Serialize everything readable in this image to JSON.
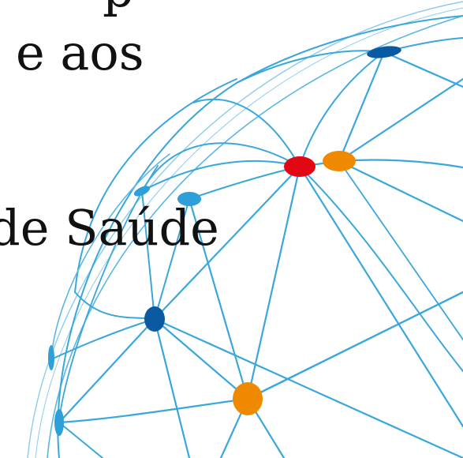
{
  "text": {
    "line_top": "p",
    "line_2": "e aos",
    "line_3": "de Saúde"
  },
  "colors": {
    "background": "#ffffff",
    "text": "#111111",
    "network_line": "#3aa7dc",
    "network_line_light": "#8dcbeb",
    "node_dark_blue": "#0a5aa3",
    "node_light_blue": "#2d9fd9",
    "node_orange": "#ef8a00",
    "node_red": "#e30613"
  },
  "graphic": {
    "name": "network-globe-illustration",
    "nodes": [
      {
        "name": "node-dark-blue-top",
        "color": "dark_blue"
      },
      {
        "name": "node-red",
        "color": "red"
      },
      {
        "name": "node-orange-top",
        "color": "orange"
      },
      {
        "name": "node-light-blue-small",
        "color": "light_blue"
      },
      {
        "name": "node-light-blue",
        "color": "light_blue"
      },
      {
        "name": "node-dark-blue-center",
        "color": "dark_blue"
      },
      {
        "name": "node-orange-bottom",
        "color": "orange"
      },
      {
        "name": "node-light-blue-left",
        "color": "light_blue"
      },
      {
        "name": "node-light-blue-bottom-left",
        "color": "light_blue"
      }
    ]
  }
}
